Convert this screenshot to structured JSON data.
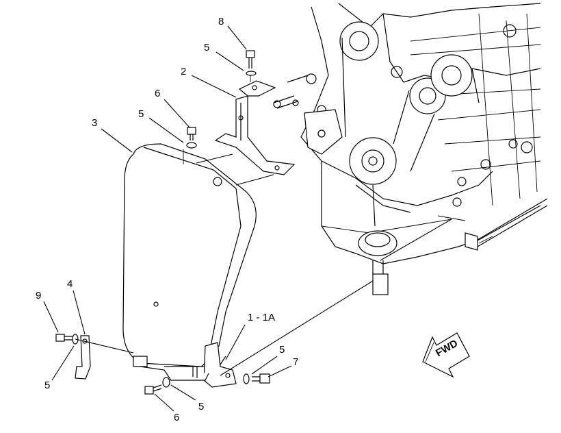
{
  "callouts": {
    "c8": "8",
    "c5_top": "5",
    "c2": "2",
    "c6_top": "6",
    "c5_mid": "5",
    "c3": "3",
    "c4": "4",
    "c9": "9",
    "c5_left": "5",
    "c1_1a": "1 - 1A",
    "c5_right": "5",
    "c7": "7",
    "c6_bottom": "6",
    "c5_bottom": "5"
  },
  "direction_label": "FWD"
}
